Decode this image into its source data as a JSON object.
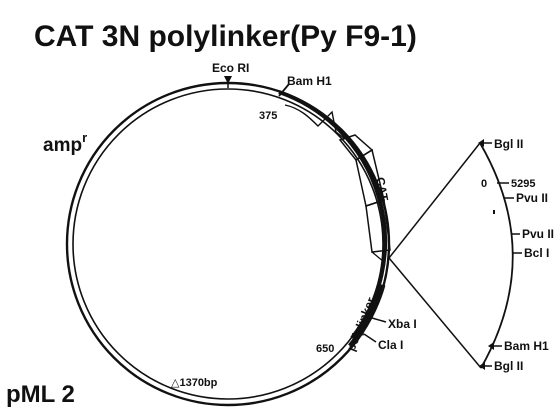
{
  "title": "CAT 3N polylinker(Py F9-1)",
  "plasmid_name": "pML 2",
  "amp_label": "amp",
  "amp_superscript": "r",
  "plasmid_sites": {
    "eco_ri": "Eco RI",
    "bam_h1": "Bam H1",
    "pos_375": "375",
    "polylinker": "polylinker",
    "pos_650": "650",
    "xba_i": "Xba I",
    "cla_i": "Cla I"
  },
  "deletion_label": "△1370bp",
  "cat_gene_label": "CAT",
  "insert_sites": {
    "bgl_ii_top": "Bgl II",
    "zero": "0",
    "pos_5295": "5295",
    "pvu_ii_1": "Pvu II",
    "pvu_ii_2": "Pvu II",
    "bcl_i": "Bcl I",
    "bam_h1": "Bam H1",
    "bgl_ii_bottom": "Bgl II"
  },
  "colors": {
    "ink": "#111111",
    "background": "#ffffff"
  }
}
